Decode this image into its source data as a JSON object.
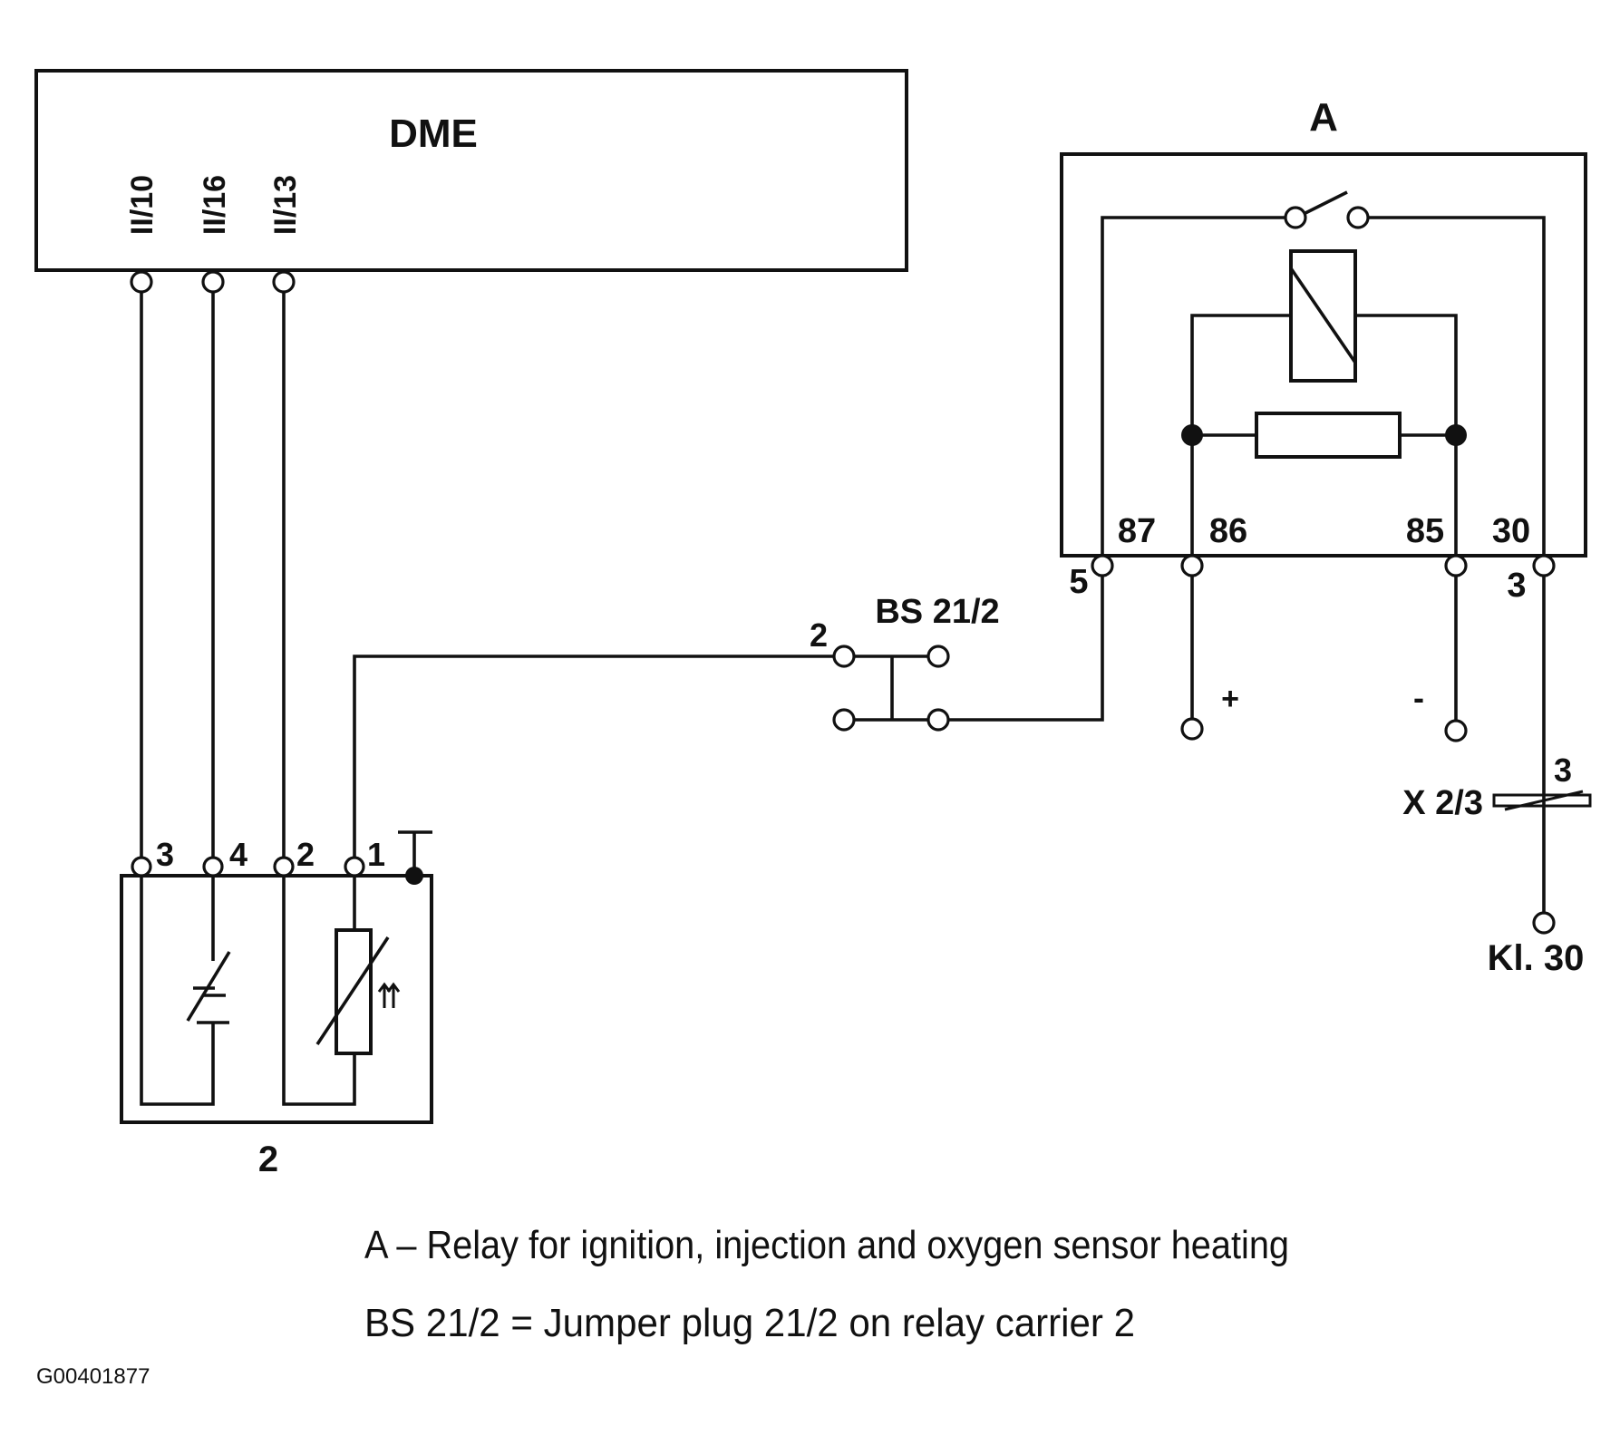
{
  "dme": {
    "title": "DME",
    "pins": [
      "II/10",
      "II/16",
      "II/13"
    ]
  },
  "relay": {
    "title": "A",
    "terminals": [
      "87",
      "86",
      "85",
      "30"
    ],
    "connector_pins": [
      "5",
      "3"
    ],
    "supply_polarity": [
      "+",
      "-"
    ]
  },
  "jumper": {
    "label": "BS 21/2",
    "pin": "2"
  },
  "sensor": {
    "label": "2",
    "pins": [
      "3",
      "4",
      "2",
      "1"
    ]
  },
  "connector_x": {
    "label": "X 2/3",
    "pin": "3"
  },
  "supply": {
    "label": "Kl. 30"
  },
  "legend": [
    "A – Relay for ignition, injection and oxygen sensor heating",
    "BS 21/2 = Jumper plug 21/2 on relay carrier 2"
  ],
  "figure_id": "G00401877"
}
